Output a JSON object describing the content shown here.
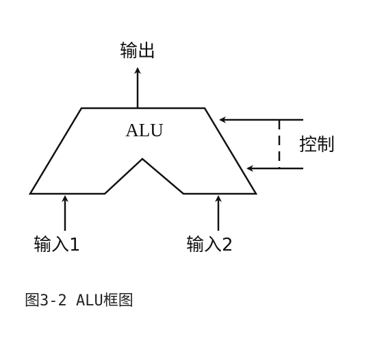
{
  "diagram": {
    "block_label": "ALU",
    "output_label": "输出",
    "control_label": "控制",
    "input1_label": "输入1",
    "input2_label": "输入2"
  },
  "caption": {
    "text": "图3-2   ALU框图"
  },
  "colors": {
    "stroke": "#111111",
    "background": "#ffffff"
  }
}
